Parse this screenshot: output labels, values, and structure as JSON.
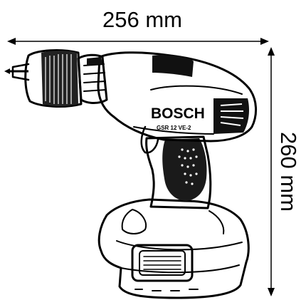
{
  "dimensions": {
    "width_label": "256 mm",
    "height_label": "260 mm"
  },
  "product": {
    "brand": "BOSCH",
    "model": "GSR 12 VE-2"
  },
  "colors": {
    "ink": "#000000",
    "background": "#ffffff"
  }
}
